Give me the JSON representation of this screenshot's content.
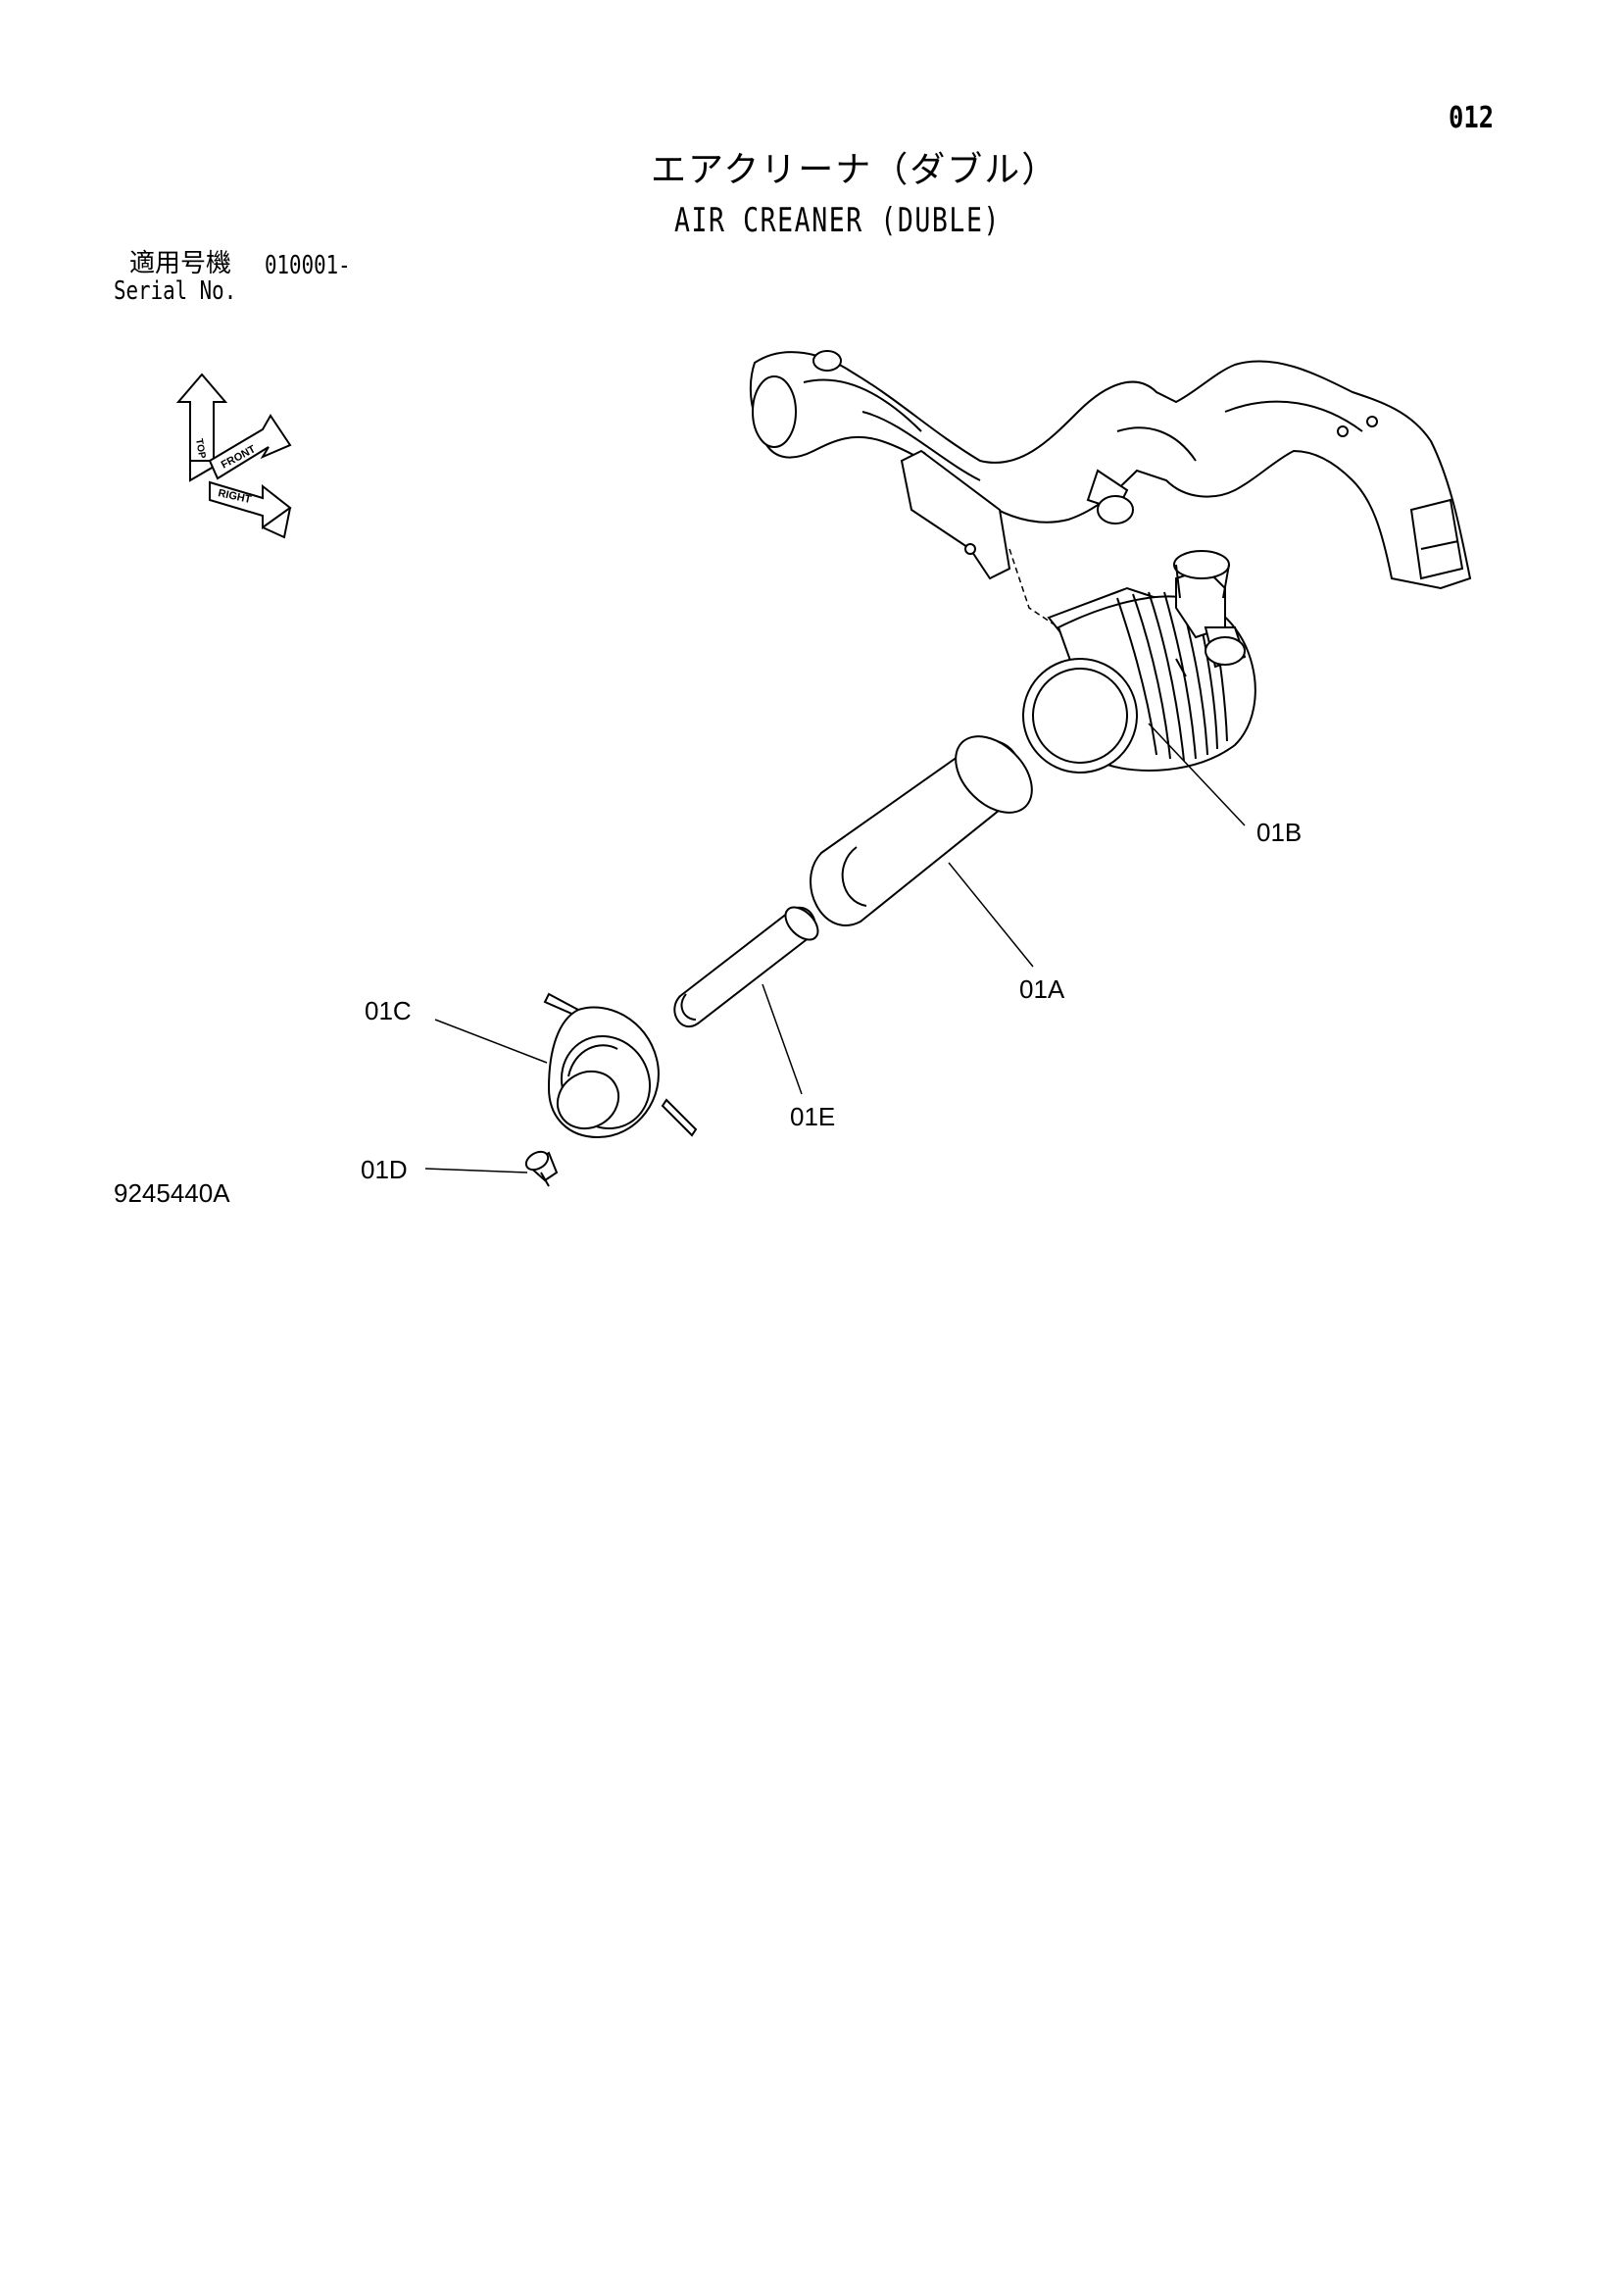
{
  "page_number": "012",
  "title": {
    "japanese": "エアクリーナ（ダブル）",
    "english": "AIR CREANER (DUBLE)"
  },
  "serial": {
    "label_ja": "適用号機",
    "value": "010001-",
    "label_en": "Serial No."
  },
  "orientation_indicator": {
    "labels": [
      "TOP",
      "FRONT",
      "RIGHT"
    ]
  },
  "callouts": {
    "c01A": "01A",
    "c01B": "01B",
    "c01C": "01C",
    "c01D": "01D",
    "c01E": "01E"
  },
  "drawing_number": "9245440A"
}
